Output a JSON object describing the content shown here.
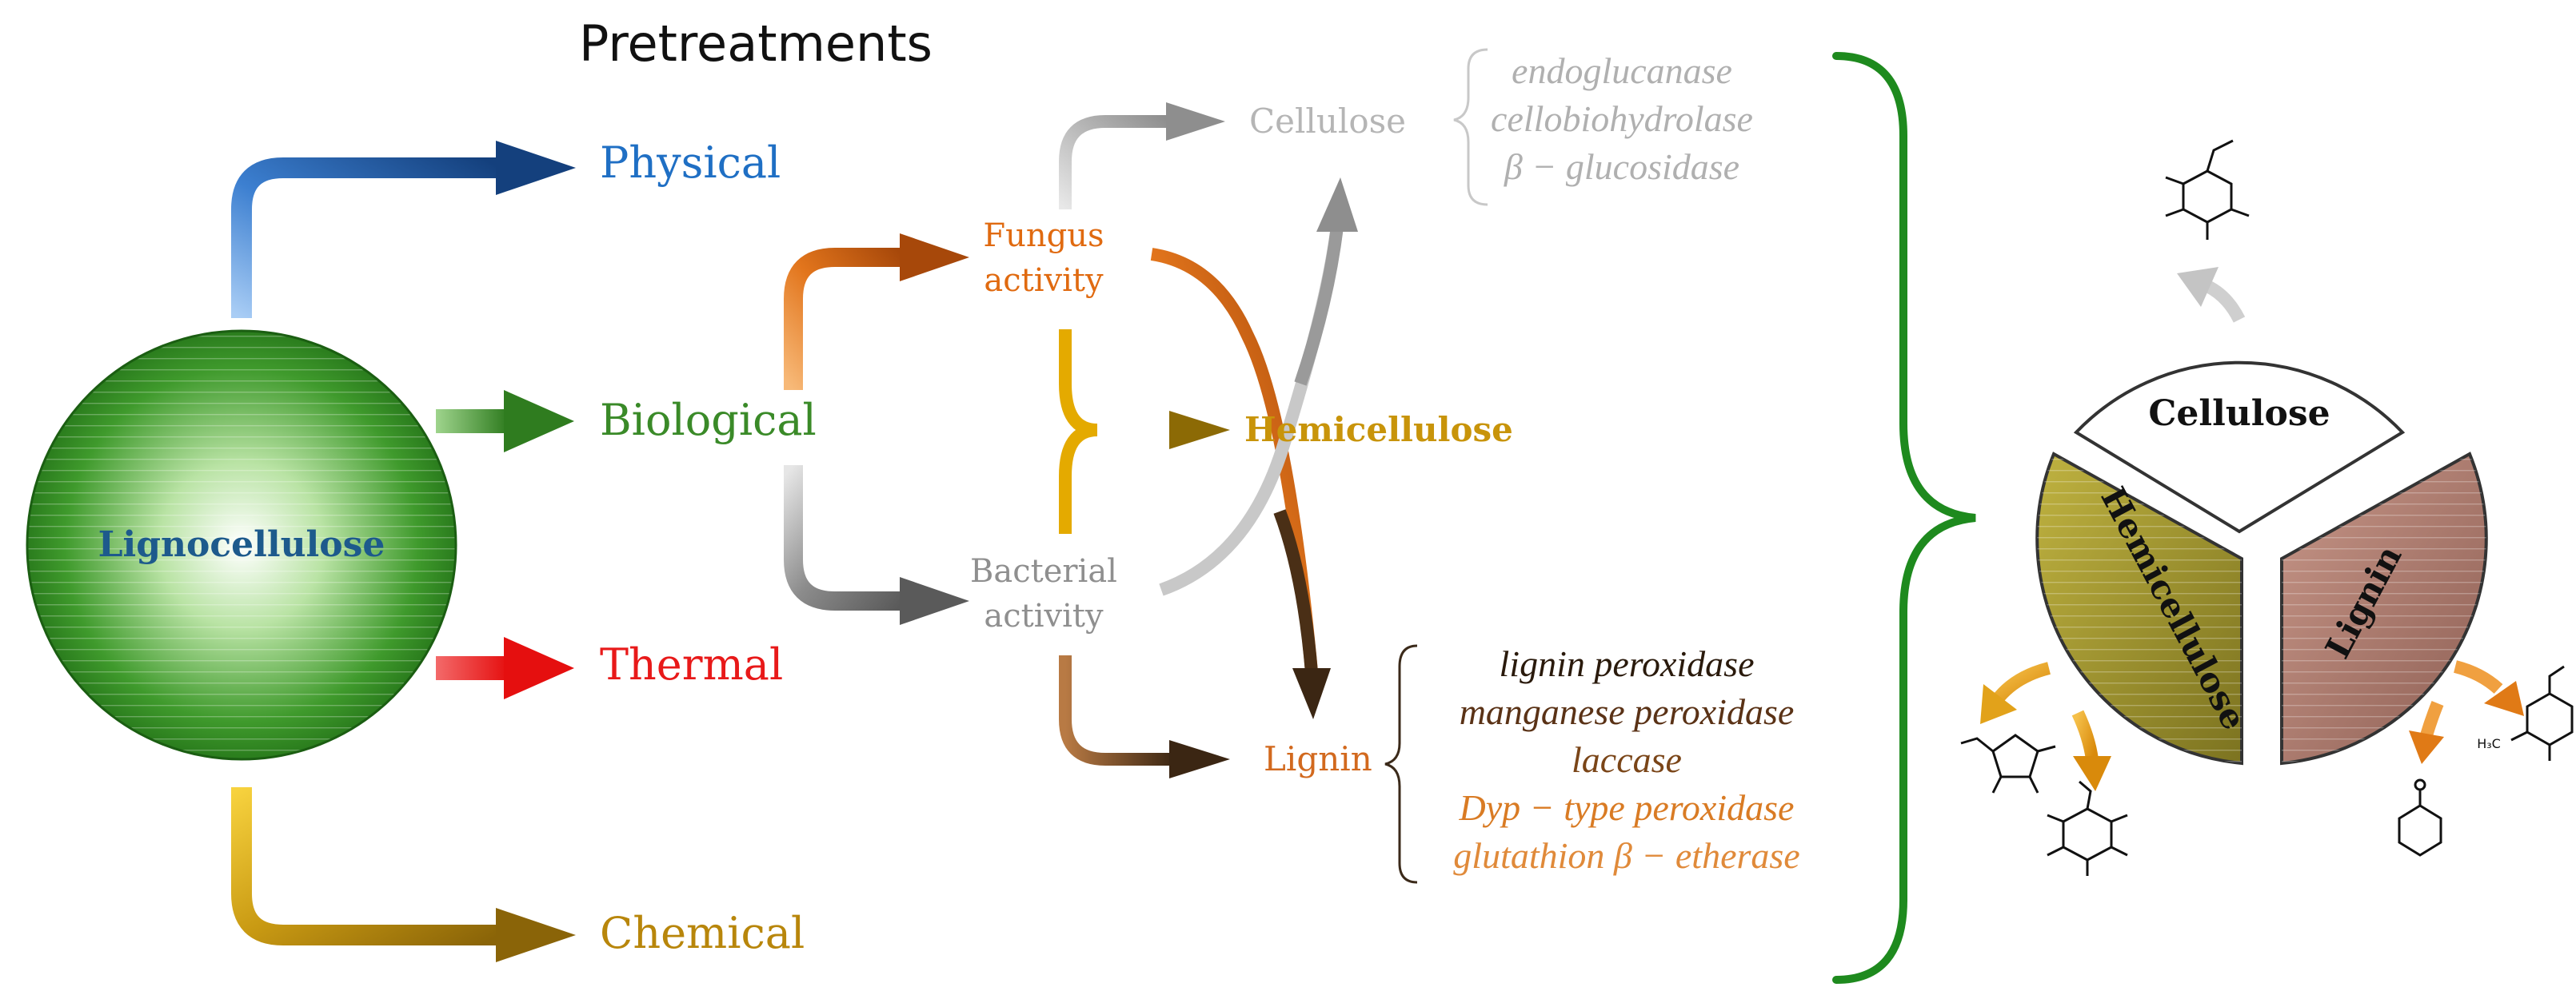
{
  "title": "Pretreatments",
  "center": {
    "label": "Lignocellulose"
  },
  "branches": {
    "physical": "Physical",
    "biological": "Biological",
    "thermal": "Thermal",
    "chemical": "Chemical"
  },
  "biological": {
    "fungus": [
      "Fungus",
      "activity"
    ],
    "bacterial": [
      "Bacterial",
      "activity"
    ]
  },
  "targets": {
    "cellulose": "Cellulose",
    "hemicellulose": "Hemicellulose",
    "lignin": "Lignin"
  },
  "enzymes": {
    "cellulose": [
      "endoglucanase",
      "cellobiohydrolase",
      "β − glucosidase"
    ],
    "lignin": [
      "lignin peroxidase",
      "manganese peroxidase",
      "laccase",
      "Dyp − type peroxidase",
      "glutathion β − etherase"
    ]
  },
  "pie": {
    "cellulose": "Cellulose",
    "hemicellulose": "Hemicellulose",
    "lignin": "Lignin"
  },
  "molecules": {
    "methyl_label": "H₃C"
  },
  "colors": {
    "physical": "#1f5fa8",
    "biological": "#3a8a28",
    "thermal": "#e81919",
    "chemical": "#b8860b",
    "fungus": "#e06a10",
    "bacterial": "#8f8f8f",
    "cellulose_text": "#b5b5b5",
    "hemicellulose": "#c8940a",
    "lignin_text": "#d2691e",
    "lignin_dark": "#3b2a1a",
    "bracket": "#1e8a1e",
    "pie_hemi": "#9c8f2a",
    "pie_lignin": "#a8756a"
  }
}
